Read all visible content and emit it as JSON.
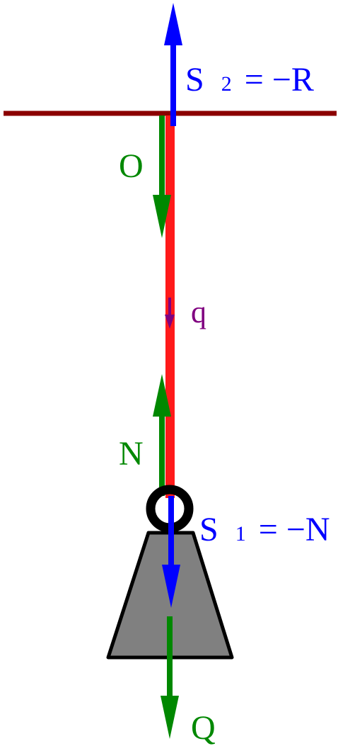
{
  "colors": {
    "ceiling": "#8b0000",
    "rope": "#ff1a1a",
    "blue_force": "#0000ff",
    "green_force": "#008800",
    "purple_force": "#800080",
    "weight_fill": "#808080",
    "outline": "#000000"
  },
  "labels": {
    "S2": {
      "main": "S",
      "sub": "2",
      "rest": "= −R"
    },
    "O": "O",
    "q": "q",
    "N": "N",
    "S1": {
      "main": "S",
      "sub": "1",
      "rest": "= −N"
    },
    "Q": "Q"
  }
}
